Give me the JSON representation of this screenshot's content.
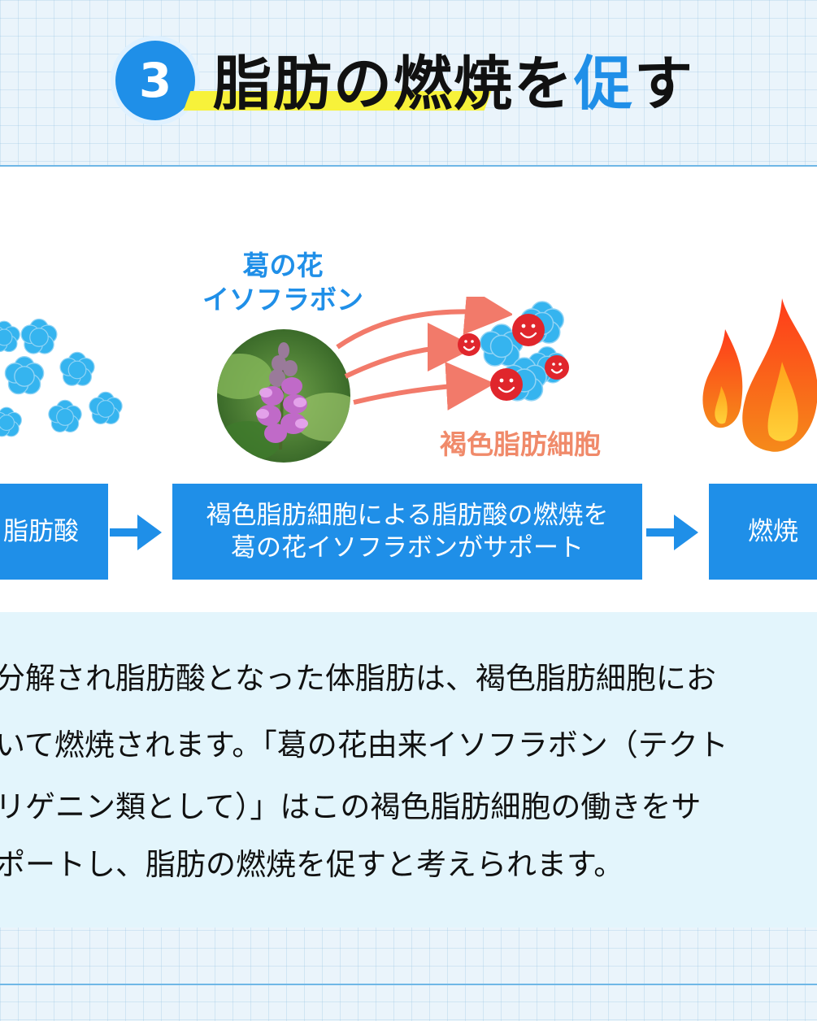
{
  "header": {
    "step_number": "3",
    "title_before": "脂肪の燃焼を",
    "title_accent": "促",
    "title_after": "す"
  },
  "diagram": {
    "kudzu_label_line1": "葛の花",
    "kudzu_label_line2": "イソフラボン",
    "brown_fat_label": "褐色脂肪細胞",
    "left_box": "脂肪酸",
    "middle_box_line1": "褐色脂肪細胞による脂肪酸の燃焼を",
    "middle_box_line2": "葛の花イソフラボンがサポート",
    "right_box": "燃焼",
    "colors": {
      "primary_blue": "#1f8fe8",
      "salmon": "#f08a6a",
      "highlight_yellow": "#f7f23a",
      "fat_cell_blue": "#35b4ef",
      "brown_cell_red": "#e0262c",
      "flame_orange": "#f55a1a"
    },
    "icons": [
      "fat-acid-cluster-icon",
      "kudzu-flower-photo",
      "brown-fat-cell-icon",
      "flame-icon",
      "arrow-right-icon"
    ]
  },
  "description": {
    "line1": "分解され脂肪酸となった体脂肪は、褐色脂肪細胞にお",
    "line2": "いて燃焼されます。「葛の花由来イソフラボン（テクト",
    "line3": "リゲニン類として）」はこの褐色脂肪細胞の働きをサ",
    "line4": "ポートし、脂肪の燃焼を促すと考えられます。"
  }
}
